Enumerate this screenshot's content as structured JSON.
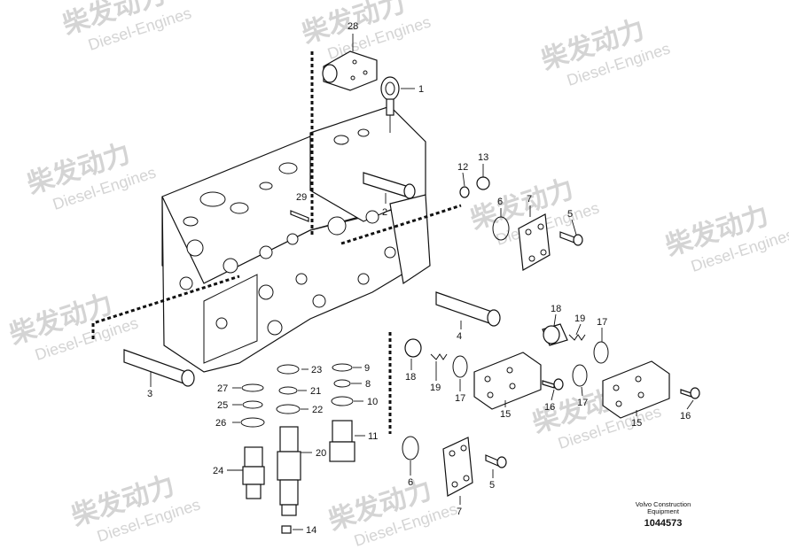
{
  "watermark": {
    "brand_cn": "柴发动力",
    "brand_en": "Diesel-Engines"
  },
  "footer": {
    "maker_line1": "Volvo Construction",
    "maker_line2": "Equipment",
    "drawing_number": "1044573"
  },
  "callouts": [
    {
      "id": "c28",
      "text": "28"
    },
    {
      "id": "c1",
      "text": "1"
    },
    {
      "id": "c12",
      "text": "12"
    },
    {
      "id": "c13",
      "text": "13"
    },
    {
      "id": "c2",
      "text": "2"
    },
    {
      "id": "c29",
      "text": "29"
    },
    {
      "id": "c6a",
      "text": "6"
    },
    {
      "id": "c7a",
      "text": "7"
    },
    {
      "id": "c5a",
      "text": "5"
    },
    {
      "id": "c18a",
      "text": "18"
    },
    {
      "id": "c19a",
      "text": "19"
    },
    {
      "id": "c17a",
      "text": "17"
    },
    {
      "id": "c4",
      "text": "4"
    },
    {
      "id": "c3",
      "text": "3"
    },
    {
      "id": "c23",
      "text": "23"
    },
    {
      "id": "c9",
      "text": "9"
    },
    {
      "id": "c27",
      "text": "27"
    },
    {
      "id": "c21",
      "text": "21"
    },
    {
      "id": "c8",
      "text": "8"
    },
    {
      "id": "c25",
      "text": "25"
    },
    {
      "id": "c22",
      "text": "22"
    },
    {
      "id": "c10",
      "text": "10"
    },
    {
      "id": "c26",
      "text": "26"
    },
    {
      "id": "c11",
      "text": "11"
    },
    {
      "id": "c18b",
      "text": "18"
    },
    {
      "id": "c19b",
      "text": "19"
    },
    {
      "id": "c17b",
      "text": "17"
    },
    {
      "id": "c15a",
      "text": "15"
    },
    {
      "id": "c16a",
      "text": "16"
    },
    {
      "id": "c17c",
      "text": "17"
    },
    {
      "id": "c15b",
      "text": "15"
    },
    {
      "id": "c16b",
      "text": "16"
    },
    {
      "id": "c20",
      "text": "20"
    },
    {
      "id": "c24",
      "text": "24"
    },
    {
      "id": "c6b",
      "text": "6"
    },
    {
      "id": "c5b",
      "text": "5"
    },
    {
      "id": "c7b",
      "text": "7"
    },
    {
      "id": "c14",
      "text": "14"
    }
  ]
}
